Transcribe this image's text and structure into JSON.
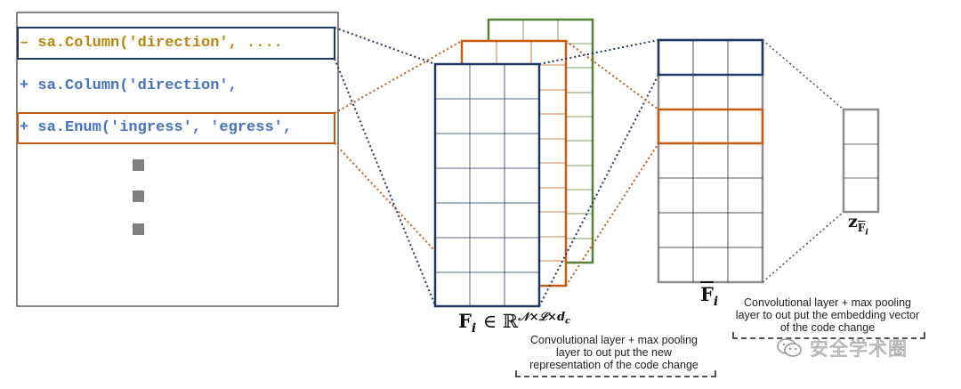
{
  "code_panel": {
    "line_removed": "– sa.Column('direction', ....",
    "line_added_1": "+ sa.Column('direction',",
    "line_added_2": "+ sa.Enum('ingress', 'egress',",
    "color_removed": "#b8860b",
    "color_added": "#4472c4"
  },
  "labels": {
    "F_main": "F",
    "F_sub": "i",
    "in_symbol": "∈ ℝ",
    "exponent": "𝒩×ℒ×",
    "exponent_d": "d",
    "exponent_d_sub": "c",
    "F_bar": "F",
    "F_bar_sub": "i",
    "z_main": "z",
    "z_sub": "F",
    "z_sub_sub": "i"
  },
  "captions": {
    "middle": [
      "Convolutional layer + max pooling",
      "layer to out put the new",
      "representation of the code change"
    ],
    "right": [
      "Convolutional layer + max pooling",
      "layer to out put the embedding vector",
      "of the code change"
    ]
  },
  "watermark": {
    "text": "安全学术圈"
  },
  "colors": {
    "navy": "#1f3864",
    "orange": "#c55a11",
    "green": "#548235",
    "gray": "#8c8c8c"
  }
}
